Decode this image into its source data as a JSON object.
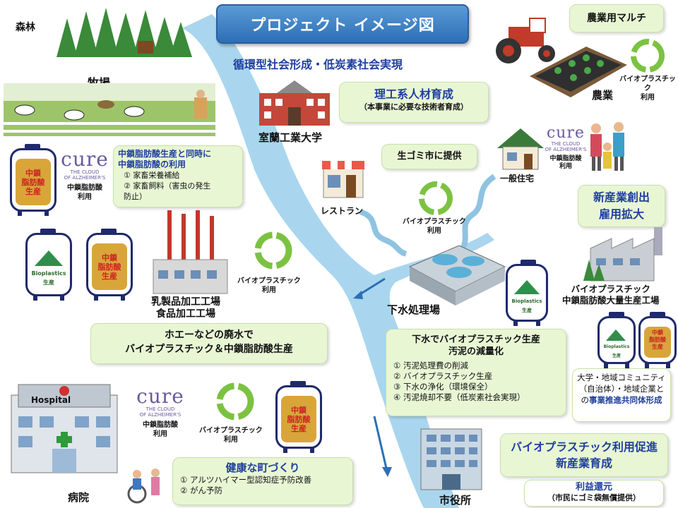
{
  "title": "プロジェクト イメージ図",
  "subtitle": "循環型社会形成・低炭素社会実現",
  "labels": {
    "forest": "森林",
    "ranch": "牧場",
    "agriculture": "農業",
    "muroran": "室蘭工業大学",
    "restaurant": "レストラン",
    "house": "一般住宅",
    "sewage": "下水処理場",
    "factory": "乳製品加工工場\n食品加工工場",
    "hospital": "病院",
    "city_hall": "市役所",
    "bio_factory": "バイオプラスチック\n中鎖脂肪酸大量生産工場"
  },
  "boxes": {
    "mulch": "農業用マルチ",
    "hr_title": "理工系人材育成",
    "hr_sub": "（本事業に必要な技術者育成）",
    "garbage": "生ゴミ市に提供",
    "new_industry": "新産業創出\n雇用拡大",
    "mcfa_title": "中鎖脂肪酸生産と同時に\n中鎖脂肪酸の利用",
    "mcfa_items": [
      "① 家畜栄養補給",
      "② 家畜飼料（害虫の発生\n防止）"
    ],
    "whey_line1": "ホエーなどの廃水で",
    "whey_line2": "バイオプラスチック＆中鎖脂肪酸生産",
    "sewage_title": "下水でバイオプラスチック生産\n汚泥の減量化",
    "sewage_items": [
      "① 汚泥処理費の削減",
      "② バイオプラスチック生産",
      "③ 下水の浄化（環境保全）",
      "④ 汚泥焼却不要（低炭素社会実現）"
    ],
    "consortium_pre": "大学・地域コミュニティ（自治体）・地域企業との",
    "consortium_bold": "事業推進共同体形成",
    "health_title": "健康な町づくり",
    "health_items": [
      "① アルツハイマー型認知症予防改善",
      "② がん予防"
    ],
    "promote": "バイオプラスチック利用促進\n新産業育成",
    "profit_title": "利益還元",
    "profit_sub": "（市民にゴミ袋無償提供）"
  },
  "captions": {
    "bio_use": "バイオプラスチック\n利用",
    "mcfa_use": "中鎖脂肪酸\n利用",
    "tank_mcfa": "中鎖\n脂肪酸\n生産",
    "tank_bio": "Bioplastics\n生産",
    "cure_word": "cure",
    "cure_sub": "THE CLOUD\nOF ALZHEIMER'S",
    "hospital_sign": "Hospital"
  },
  "colors": {
    "title_blue": "#2d6fb5",
    "box_green": "#e8f6d4",
    "text_blue": "#1f3f9f",
    "river": "#a9d6ee"
  }
}
